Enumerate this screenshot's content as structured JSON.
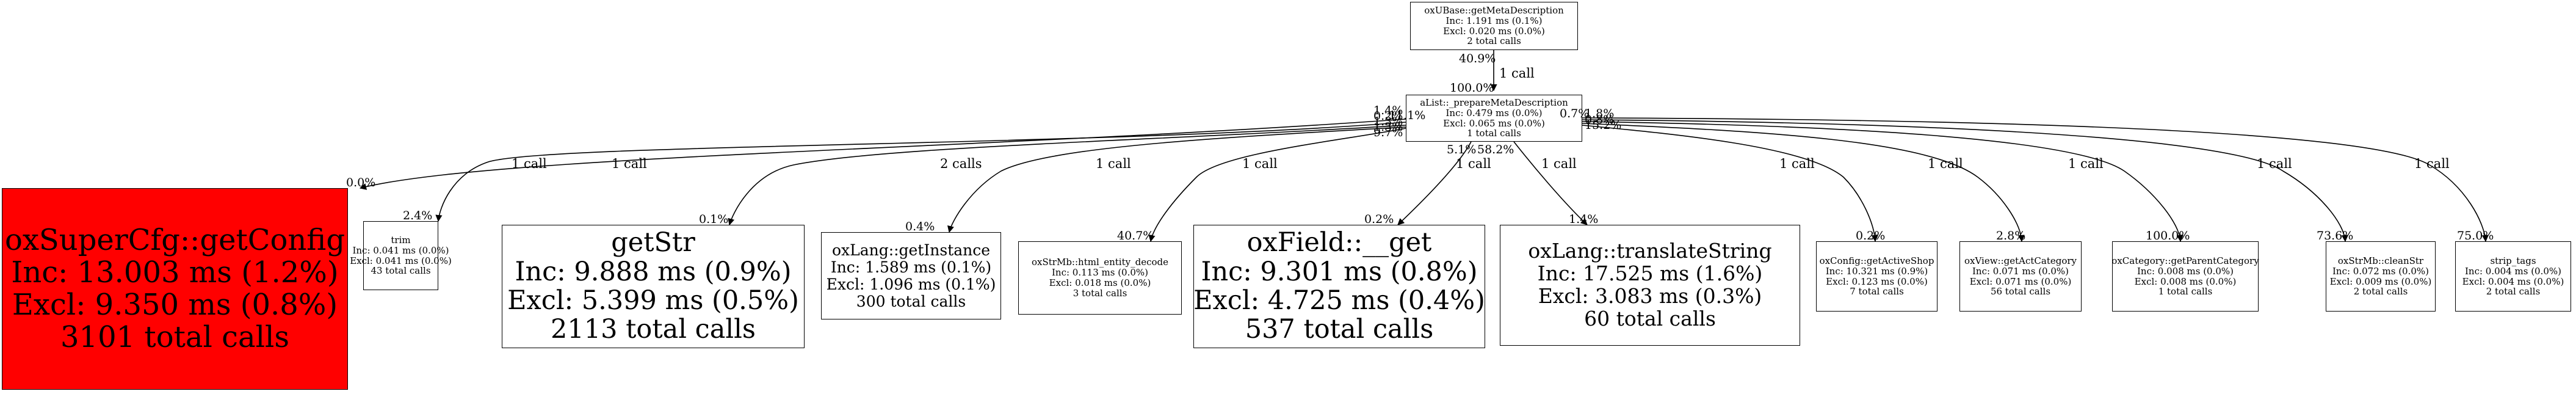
{
  "graph": {
    "nodes": {
      "root": {
        "name": "oxUBase::getMetaDescription",
        "inc": "Inc: 1.191 ms (0.1%)",
        "excl": "Excl: 0.020 ms (0.0%)",
        "calls": "2 total calls"
      },
      "prepare": {
        "name": "aList::_prepareMetaDescription",
        "inc": "Inc: 0.479 ms (0.0%)",
        "excl": "Excl: 0.065 ms (0.0%)",
        "calls": "1 total calls"
      },
      "getconfig": {
        "name": "oxSuperCfg::getConfig",
        "inc": "Inc: 13.003 ms (1.2%)",
        "excl": "Excl: 9.350 ms (0.8%)",
        "calls": "3101 total calls"
      },
      "trim": {
        "name": "trim",
        "inc": "Inc: 0.041 ms (0.0%)",
        "excl": "Excl: 0.041 ms (0.0%)",
        "calls": "43 total calls"
      },
      "getstr": {
        "name": "getStr",
        "inc": "Inc: 9.888 ms (0.9%)",
        "excl": "Excl: 5.399 ms (0.5%)",
        "calls": "2113 total calls"
      },
      "getinstance": {
        "name": "oxLang::getInstance",
        "inc": "Inc: 1.589 ms (0.1%)",
        "excl": "Excl: 1.096 ms (0.1%)",
        "calls": "300 total calls"
      },
      "entitydecode": {
        "name": "oxStrMb::html_entity_decode",
        "inc": "Inc: 0.113 ms (0.0%)",
        "excl": "Excl: 0.018 ms (0.0%)",
        "calls": "3 total calls"
      },
      "fieldget": {
        "name": "oxField::__get",
        "inc": "Inc: 9.301 ms (0.8%)",
        "excl": "Excl: 4.725 ms (0.4%)",
        "calls": "537 total calls"
      },
      "translate": {
        "name": "oxLang::translateString",
        "inc": "Inc: 17.525 ms (1.6%)",
        "excl": "Excl: 3.083 ms (0.3%)",
        "calls": "60 total calls"
      },
      "activeshop": {
        "name": "oxConfig::getActiveShop",
        "inc": "Inc: 10.321 ms (0.9%)",
        "excl": "Excl: 0.123 ms (0.0%)",
        "calls": "7 total calls"
      },
      "actcategory": {
        "name": "oxView::getActCategory",
        "inc": "Inc: 0.071 ms (0.0%)",
        "excl": "Excl: 0.071 ms (0.0%)",
        "calls": "56 total calls"
      },
      "parentcategory": {
        "name": "oxCategory::getParentCategory",
        "inc": "Inc: 0.008 ms (0.0%)",
        "excl": "Excl: 0.008 ms (0.0%)",
        "calls": "1 total calls"
      },
      "cleanstr": {
        "name": "oxStrMb::cleanStr",
        "inc": "Inc: 0.072 ms (0.0%)",
        "excl": "Excl: 0.009 ms (0.0%)",
        "calls": "2 total calls"
      },
      "striptags": {
        "name": "strip_tags",
        "inc": "Inc: 0.004 ms (0.0%)",
        "excl": "Excl: 0.004 ms (0.0%)",
        "calls": "2 total calls"
      }
    },
    "edges": {
      "root_prepare": {
        "calls": "1 call",
        "head_pct": "100.0%",
        "tail_pct": "40.9%"
      },
      "getconfig": {
        "calls": "1 call",
        "head_pct": "0.0%",
        "tail_pct": "1.4%"
      },
      "trim": {
        "calls": "1 call",
        "head_pct": "2.4%",
        "tail_pct": "0.2%"
      },
      "getstr": {
        "calls": "2 calls",
        "head_pct": "0.1%",
        "tail_pct": "1.3%"
      },
      "getinstance": {
        "calls": "1 call",
        "head_pct": "0.4%",
        "tail_pct": "1.3%"
      },
      "entitydecode": {
        "calls": "1 call",
        "head_pct": "40.7%",
        "tail_pct": "9.7%"
      },
      "fieldget": {
        "calls": "1 call",
        "head_pct": "0.2%",
        "tail_pct": "5.1%"
      },
      "translate": {
        "calls": "1 call",
        "head_pct": "1.4%",
        "tail_pct": "58.2%"
      },
      "activeshop": {
        "calls": "1 call",
        "head_pct": "0.2%",
        "tail_pct": "11.1%"
      },
      "actcategory": {
        "calls": "1 call",
        "head_pct": "2.8%",
        "tail_pct": "0.7%"
      },
      "parentcategory": {
        "calls": "1 call",
        "head_pct": "100.0%",
        "tail_pct": "1.8%"
      },
      "cleanstr": {
        "calls": "1 call",
        "head_pct": "73.6%",
        "tail_pct": "15.2%"
      },
      "striptags": {
        "calls": "1 call",
        "head_pct": "75.0%",
        "tail_pct": "0.8%"
      }
    }
  }
}
